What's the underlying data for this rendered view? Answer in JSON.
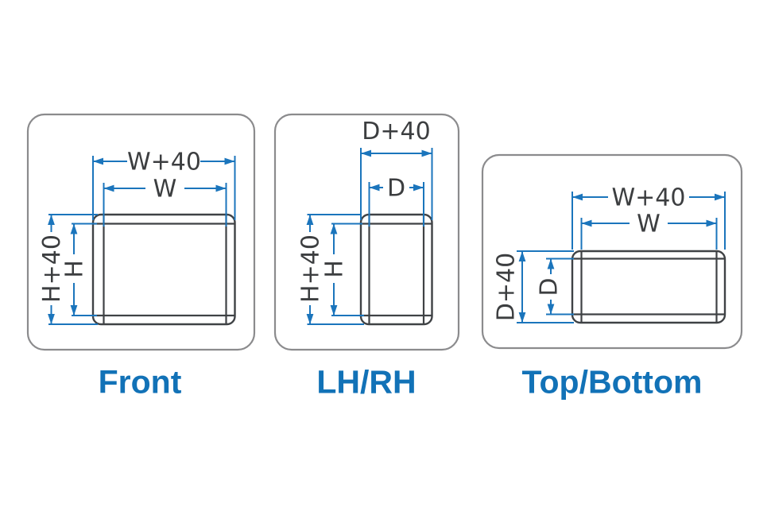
{
  "diagram": {
    "type": "enclosure-dimension-views",
    "colors": {
      "dimension_blue": "#1b75bc",
      "caption_blue": "#1272b7",
      "box_outline_gray": "#3f4245",
      "panel_border_gray": "#8b8b8d",
      "dimension_text_gray": "#3c3e40",
      "background": "#ffffff"
    },
    "panels": [
      {
        "caption": "Front",
        "dims": {
          "width_outer": "W+40",
          "width_inner": "W",
          "height_outer": "H+40",
          "height_inner": "H"
        }
      },
      {
        "caption": "LH/RH",
        "dims": {
          "width_outer": "D+40",
          "width_inner": "D",
          "height_outer": "H+40",
          "height_inner": "H"
        }
      },
      {
        "caption": "Top/Bottom",
        "dims": {
          "width_outer": "W+40",
          "width_inner": "W",
          "height_outer": "D+40",
          "height_inner": "D"
        }
      }
    ]
  }
}
